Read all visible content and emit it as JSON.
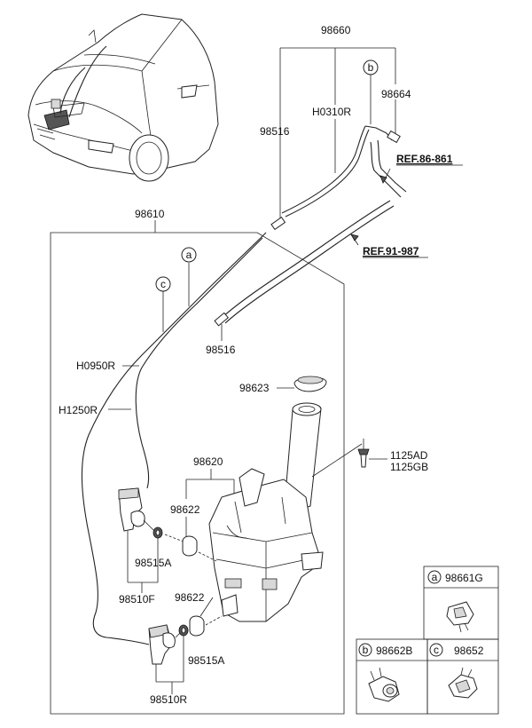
{
  "labels": {
    "p98660": "98660",
    "p98664": "98664",
    "pH0310R": "H0310R",
    "p98516a": "98516",
    "ref86": "REF.86-861",
    "p98610": "98610",
    "ref91": "REF.91-987",
    "p98516b": "98516",
    "pH0950R": "H0950R",
    "pH1250R": "H1250R",
    "p98623": "98623",
    "p1125AD": "1125AD",
    "p1125GB": "1125GB",
    "p98620": "98620",
    "p98622a": "98622",
    "p98515Aa": "98515A",
    "p98510F": "98510F",
    "p98622b": "98622",
    "p98515Ab": "98515A",
    "p98510R": "98510R"
  },
  "callouts": {
    "a": "a",
    "b": "b",
    "c": "c"
  },
  "legend": {
    "a": {
      "letter": "a",
      "part": "98661G"
    },
    "b": {
      "letter": "b",
      "part": "98662B"
    },
    "c": {
      "letter": "c",
      "part": "98652"
    }
  }
}
